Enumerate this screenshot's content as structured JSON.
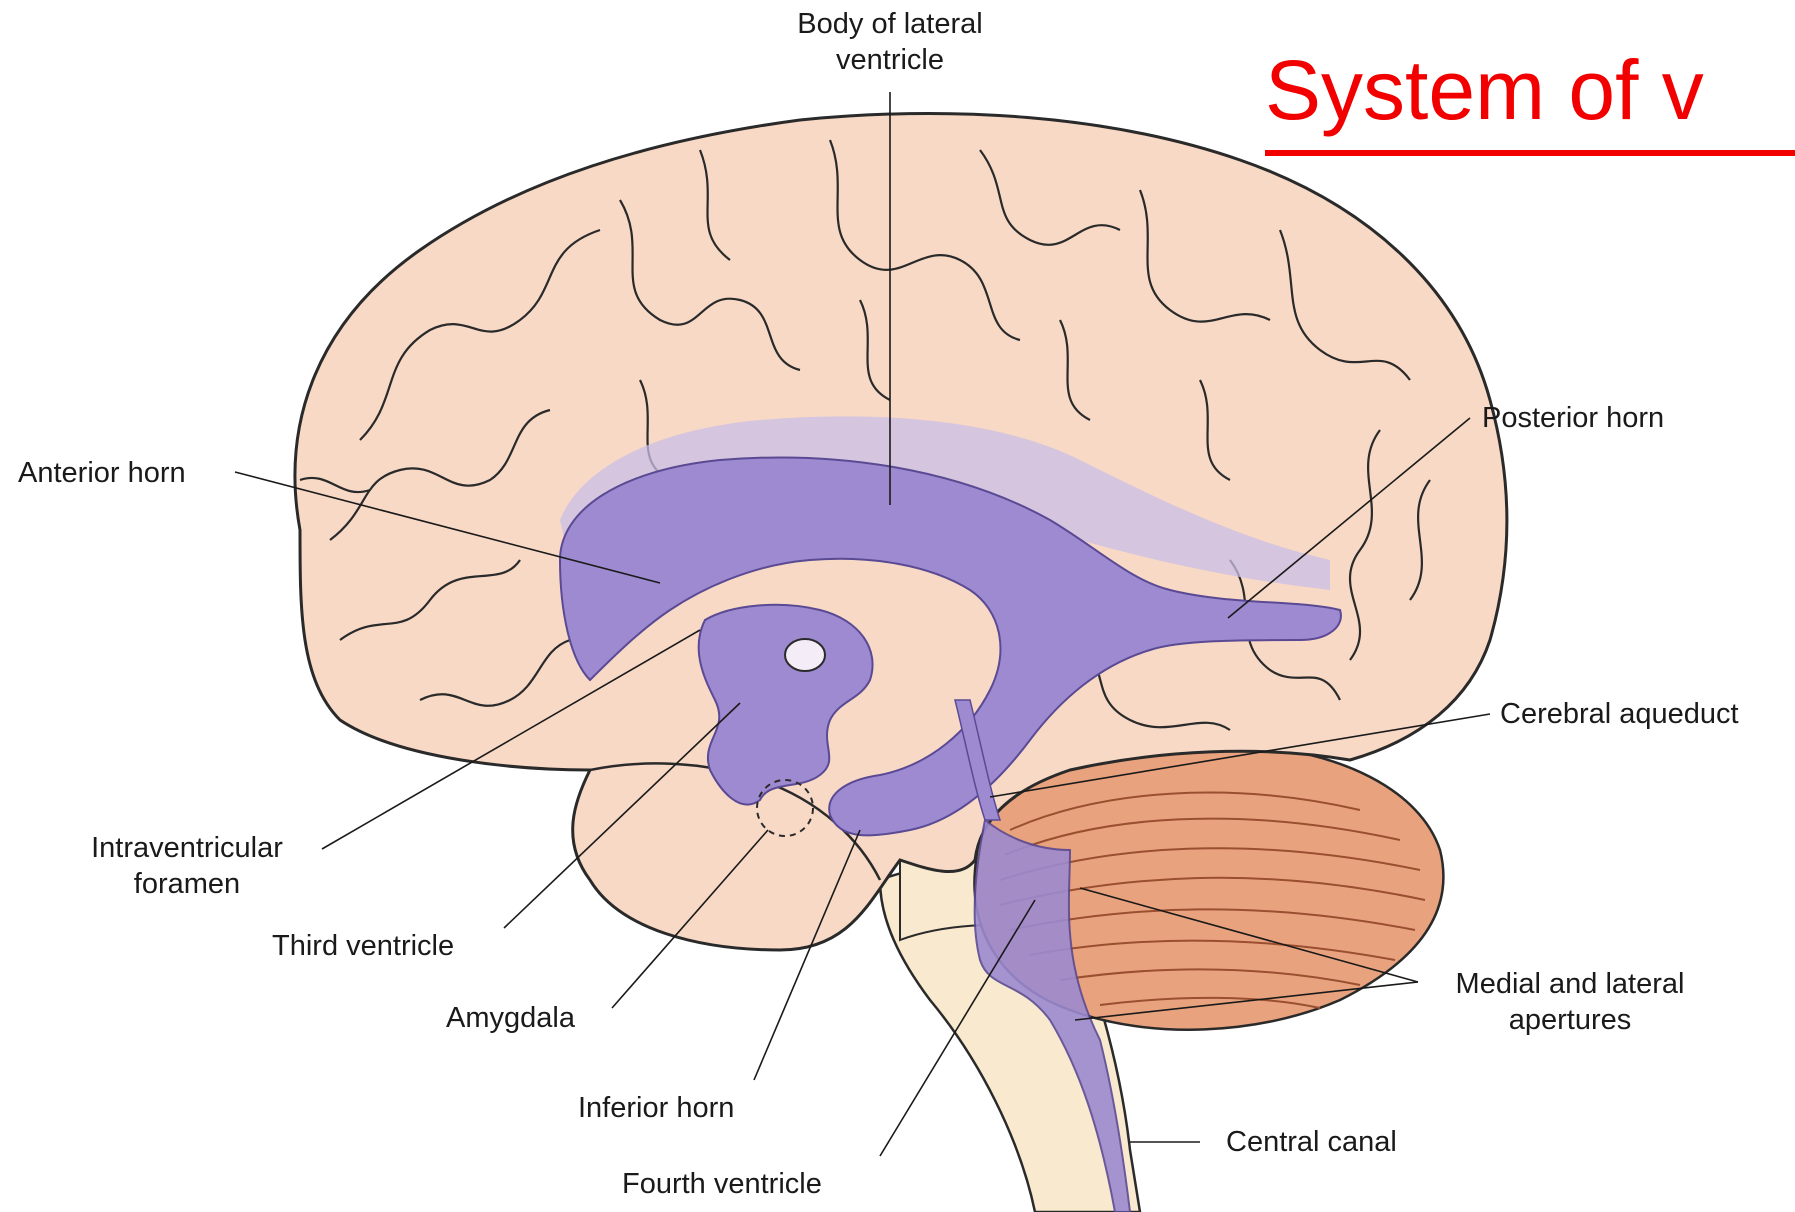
{
  "title": "System of v",
  "labels": {
    "body_lateral_ventricle_1": "Body of lateral",
    "body_lateral_ventricle_2": "ventricle",
    "posterior_horn": "Posterior horn",
    "anterior_horn": "Anterior horn",
    "cerebral_aqueduct": "Cerebral aqueduct",
    "intraventricular_foramen_1": "Intraventricular",
    "intraventricular_foramen_2": "foramen",
    "third_ventricle": "Third ventricle",
    "amygdala": "Amygdala",
    "medial_lateral_apertures_1": "Medial and lateral",
    "medial_lateral_apertures_2": "apertures",
    "inferior_horn": "Inferior horn",
    "central_canal": "Central canal",
    "fourth_ventricle": "Fourth ventricle"
  },
  "colors": {
    "brain": "#f8d9c6",
    "cerebellum": "#e9a27e",
    "brainstem": "#f8e9cf",
    "ventricle": "#9d8ad0",
    "ventricle_light": "#c9bde6",
    "outline": "#2a2a2a",
    "title": "#f20000"
  }
}
